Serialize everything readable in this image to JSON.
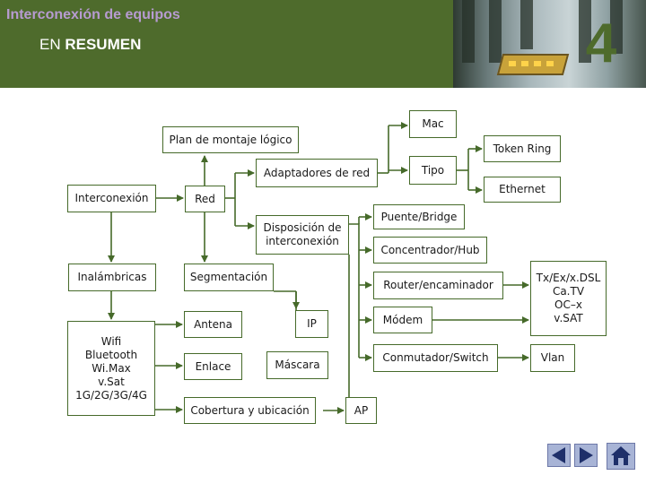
{
  "header": {
    "title": "Interconexión de equipos",
    "subtitle_prefix": "EN ",
    "subtitle_bold": "RESUMEN",
    "chapter": "4"
  },
  "nodes": {
    "mac": "Mac",
    "plan": "Plan de montaje lógico",
    "token": "Token Ring",
    "adaptadores": "Adaptadores de red",
    "tipo": "Tipo",
    "interconexion": "Interconexión",
    "red": "Red",
    "ethernet": "Ethernet",
    "disposicion_1": "Disposición de",
    "disposicion_2": "interconexión",
    "puente": "Puente/Bridge",
    "concentrador": "Concentrador/Hub",
    "inalambricas": "Inalámbricas",
    "segmentacion": "Segmentación",
    "txex": [
      "Tx/Ex/x.DSL",
      "Ca.TV",
      "OC–x",
      "v.SAT"
    ],
    "router": "Router/encaminador",
    "antena": "Antena",
    "ip": "IP",
    "modem": "Módem",
    "wifi": [
      "Wifi",
      "Bluetooth",
      "Wi.Max",
      "v.Sat",
      "1G/2G/3G/4G"
    ],
    "enlace": "Enlace",
    "mascara": "Máscara",
    "conmutador": "Conmutador/Switch",
    "vlan": "Vlan",
    "cobertura": "Cobertura y ubicación",
    "ap": "AP"
  },
  "colors": {
    "header_bg": "#4e6b2c",
    "title": "#b79bd1",
    "box_border": "#466a2a",
    "connector": "#466a2a",
    "nav_button": "#a8b4d6"
  },
  "nav_icons": [
    "prev-arrow-icon",
    "next-arrow-icon",
    "home-icon"
  ]
}
